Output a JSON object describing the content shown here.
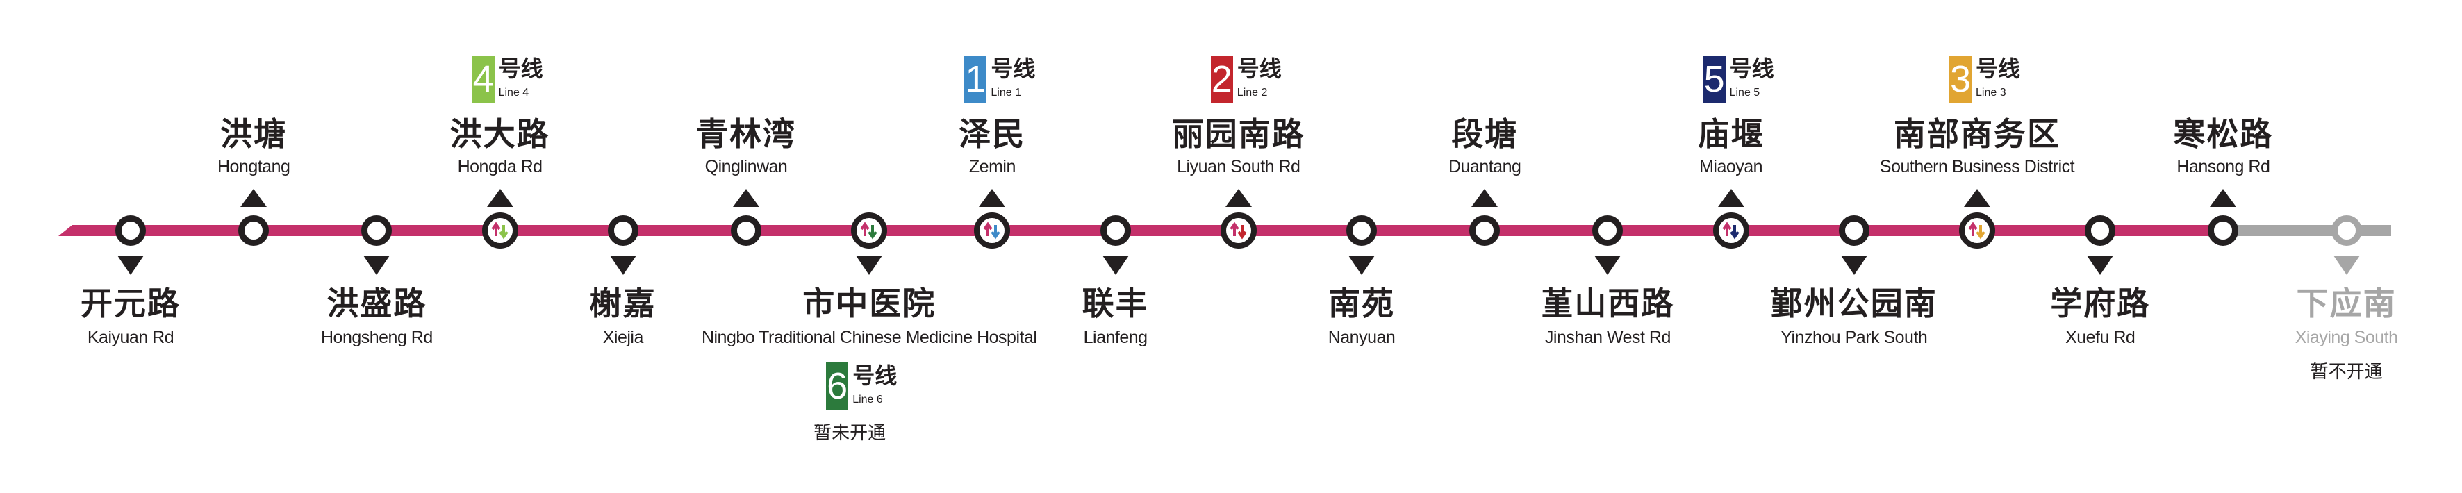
{
  "colors": {
    "line": "#c4306a",
    "inactive": "#a6a6a6",
    "xfer_arrow": "#c4306a"
  },
  "lines": {
    "1": {
      "num": "1",
      "cn": "号线",
      "en": "Line 1",
      "color": "#3d8ac8"
    },
    "2": {
      "num": "2",
      "cn": "号线",
      "en": "Line 2",
      "color": "#c3262d"
    },
    "3": {
      "num": "3",
      "cn": "号线",
      "en": "Line 3",
      "color": "#e1a532"
    },
    "4": {
      "num": "4",
      "cn": "号线",
      "en": "Line 4",
      "color": "#8bc34a"
    },
    "5": {
      "num": "5",
      "cn": "号线",
      "en": "Line 5",
      "color": "#1c2a6e"
    },
    "6": {
      "num": "6",
      "cn": "号线",
      "en": "Line 6",
      "color": "#2c7a3c"
    }
  },
  "stations": [
    {
      "cn": "开元路",
      "en": "Kaiyuan Rd",
      "side": "below"
    },
    {
      "cn": "洪塘",
      "en": "Hongtang",
      "side": "above"
    },
    {
      "cn": "洪盛路",
      "en": "Hongsheng Rd",
      "side": "below"
    },
    {
      "cn": "洪大路",
      "en": "Hongda Rd",
      "side": "above",
      "transfer": "4"
    },
    {
      "cn": "榭嘉",
      "en": "Xiejia",
      "side": "below"
    },
    {
      "cn": "青林湾",
      "en": "Qinglinwan",
      "side": "above"
    },
    {
      "cn": "市中医院",
      "en": "Ningbo Traditional Chinese Medicine Hospital",
      "side": "below",
      "transfer": "6",
      "note": "暂未开通"
    },
    {
      "cn": "泽民",
      "en": "Zemin",
      "side": "above",
      "transfer": "1"
    },
    {
      "cn": "联丰",
      "en": "Lianfeng",
      "side": "below"
    },
    {
      "cn": "丽园南路",
      "en": "Liyuan South Rd",
      "side": "above",
      "transfer": "2"
    },
    {
      "cn": "南苑",
      "en": "Nanyuan",
      "side": "below"
    },
    {
      "cn": "段塘",
      "en": "Duantang",
      "side": "above"
    },
    {
      "cn": "堇山西路",
      "en": "Jinshan West Rd",
      "side": "below"
    },
    {
      "cn": "庙堰",
      "en": "Miaoyan",
      "side": "above",
      "transfer": "5"
    },
    {
      "cn": "鄞州公园南",
      "en": "Yinzhou Park South",
      "side": "below"
    },
    {
      "cn": "南部商务区",
      "en": "Southern Business District",
      "side": "above",
      "transfer": "3"
    },
    {
      "cn": "学府路",
      "en": "Xuefu Rd",
      "side": "below"
    },
    {
      "cn": "寒松路",
      "en": "Hansong Rd",
      "side": "above"
    },
    {
      "cn": "下应南",
      "en": "Xiaying South",
      "side": "below",
      "inactive": true,
      "note": "暂不开通"
    }
  ]
}
